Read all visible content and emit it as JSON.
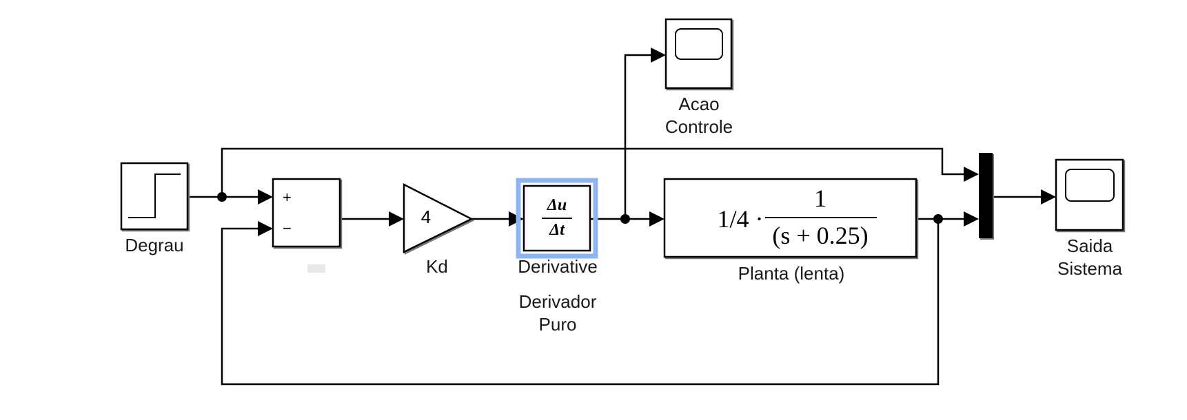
{
  "model": {
    "blocks": {
      "step": {
        "label": "Degrau",
        "icon": "step-icon"
      },
      "sum": {
        "plus_sign": "+",
        "minus_sign": "−",
        "icon": "sum-icon"
      },
      "gain": {
        "label": "Kd",
        "value": "4",
        "icon": "gain-icon"
      },
      "derivative": {
        "type_label": "Derivative",
        "label_line1": "Derivador",
        "label_line2": "Puro",
        "numerator": "Δu",
        "denominator": "Δt",
        "selected": true,
        "highlight_color": "#8fb4f0"
      },
      "plant": {
        "label": "Planta (lenta)",
        "prefix": "1/4 ·",
        "numerator": "1",
        "denominator": "(s + 0.25)"
      },
      "scope_control": {
        "label_line1": "Acao",
        "label_line2": "Controle",
        "icon": "scope-icon"
      },
      "mux": {
        "icon": "mux-bar"
      },
      "scope_output": {
        "label_line1": "Saida",
        "label_line2": "Sistema",
        "icon": "scope-icon"
      }
    },
    "colors": {
      "line": "#000000",
      "selection": "#8fb4f0"
    }
  }
}
